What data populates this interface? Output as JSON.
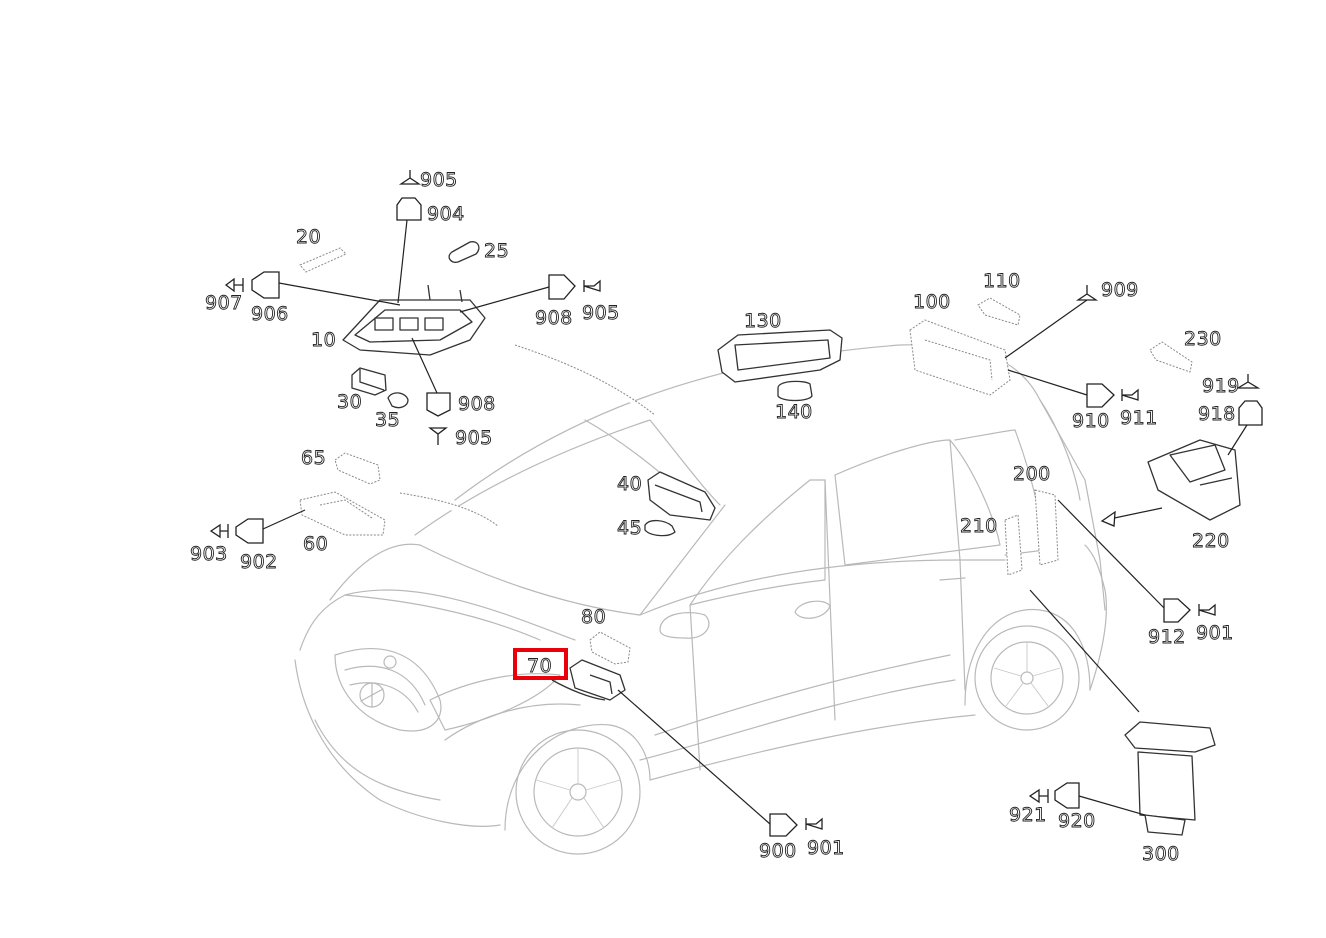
{
  "diagram": {
    "highlight_color": "#e8000b",
    "highlighted_part": "70",
    "labels": {
      "p905a": "905",
      "p904": "904",
      "p20": "20",
      "p25": "25",
      "p907": "907",
      "p906": "906",
      "p908a": "908",
      "p905b": "905",
      "p10": "10",
      "p30": "30",
      "p35": "35",
      "p908b": "908",
      "p905c": "905",
      "p65": "65",
      "p60": "60",
      "p903": "903",
      "p902": "902",
      "p130": "130",
      "p140": "140",
      "p40": "40",
      "p45": "45",
      "p80": "80",
      "p70": "70",
      "p900": "900",
      "p901a": "901",
      "p110": "110",
      "p100": "100",
      "p909": "909",
      "p230": "230",
      "p919": "919",
      "p918": "918",
      "p910": "910",
      "p911": "911",
      "p200": "200",
      "p210": "210",
      "p220": "220",
      "p912": "912",
      "p901b": "901",
      "p921": "921",
      "p920": "920",
      "p300": "300"
    }
  }
}
